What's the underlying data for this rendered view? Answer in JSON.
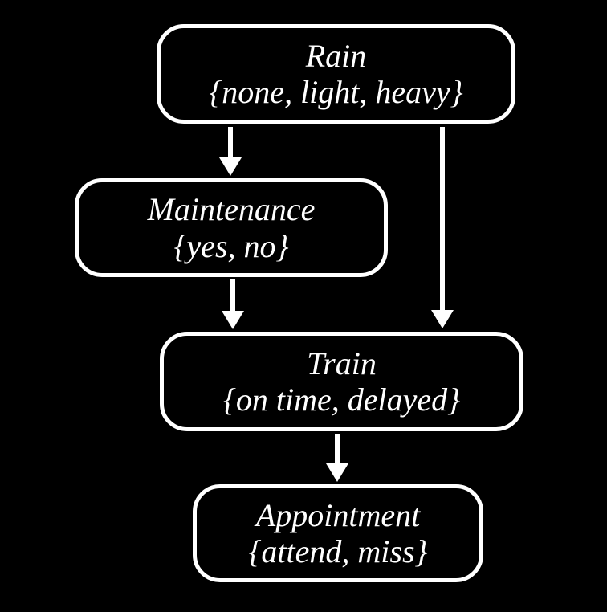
{
  "diagram": {
    "type": "bayesian-network",
    "colors": {
      "background": "#000000",
      "node_border": "#ffffff",
      "node_fill": "#000000",
      "text": "#ffffff",
      "arrow": "#ffffff"
    },
    "nodes": [
      {
        "id": "rain",
        "label": "Rain",
        "values": "{none, light, heavy}"
      },
      {
        "id": "maintenance",
        "label": "Maintenance",
        "values": "{yes, no}"
      },
      {
        "id": "train",
        "label": "Train",
        "values": "{on time, delayed}"
      },
      {
        "id": "appointment",
        "label": "Appointment",
        "values": "{attend, miss}"
      }
    ],
    "edges": [
      {
        "from": "Rain",
        "to": "Maintenance"
      },
      {
        "from": "Rain",
        "to": "Train"
      },
      {
        "from": "Maintenance",
        "to": "Train"
      },
      {
        "from": "Train",
        "to": "Appointment"
      }
    ]
  }
}
